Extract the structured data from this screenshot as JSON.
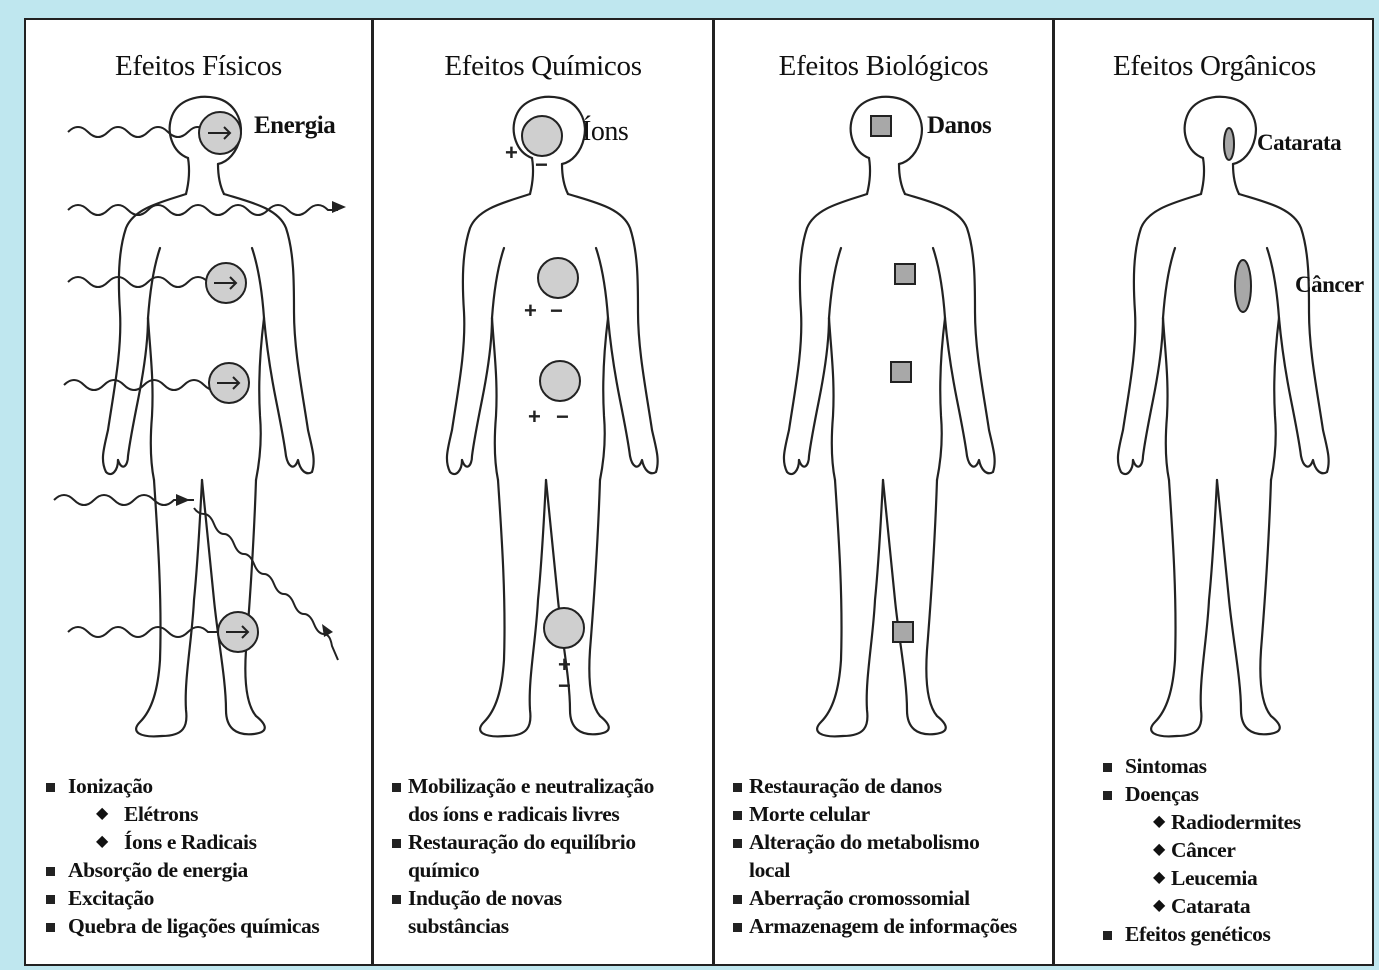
{
  "panels": [
    {
      "title": "Efeitos Físicos",
      "label": "Energia",
      "items": [
        {
          "text": "Ionização",
          "type": "main"
        },
        {
          "text": "Elétrons",
          "type": "sub"
        },
        {
          "text": "Íons e Radicais",
          "type": "sub"
        },
        {
          "text": "Absorção de energia",
          "type": "main"
        },
        {
          "text": "Excitação",
          "type": "main"
        },
        {
          "text": "Quebra de ligações químicas",
          "type": "main"
        }
      ]
    },
    {
      "title": "Efeitos Químicos",
      "label": "Íons",
      "charges": [
        "+",
        "−"
      ],
      "items": [
        {
          "text": "Mobilização e neutralização",
          "type": "main"
        },
        {
          "text": "dos íons e radicais livres",
          "type": "cont"
        },
        {
          "text": "Restauração do equilíbrio",
          "type": "main"
        },
        {
          "text": "químico",
          "type": "cont"
        },
        {
          "text": "Indução de novas",
          "type": "main"
        },
        {
          "text": "substâncias",
          "type": "cont"
        }
      ]
    },
    {
      "title": "Efeitos Biológicos",
      "label": "Danos",
      "items": [
        {
          "text": "Restauração de danos",
          "type": "main"
        },
        {
          "text": "Morte celular",
          "type": "main"
        },
        {
          "text": "Alteração do metabolismo",
          "type": "main"
        },
        {
          "text": "local",
          "type": "cont"
        },
        {
          "text": "Aberração cromossomial",
          "type": "main"
        },
        {
          "text": "Armazenagem de informações",
          "type": "main"
        }
      ]
    },
    {
      "title": "Efeitos Orgânicos",
      "label_eye": "Catarata",
      "label_chest": "Câncer",
      "items": [
        {
          "text": "Sintomas",
          "type": "main"
        },
        {
          "text": "Doenças",
          "type": "main"
        },
        {
          "text": "Radiodermites",
          "type": "sub"
        },
        {
          "text": "Câncer",
          "type": "sub"
        },
        {
          "text": "Leucemia",
          "type": "sub"
        },
        {
          "text": "Catarata",
          "type": "sub"
        },
        {
          "text": "Efeitos genéticos",
          "type": "main"
        }
      ]
    }
  ],
  "colors": {
    "marker_fill": "#cfcfcf",
    "square_fill": "#a8a8a8",
    "background": "#bfe7ef"
  }
}
